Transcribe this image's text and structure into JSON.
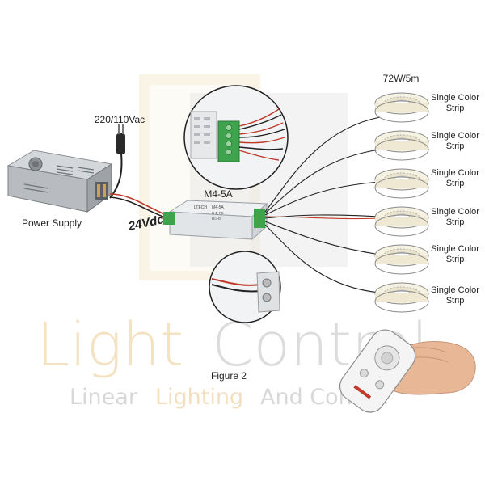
{
  "watermark": {
    "line1_a": "Light",
    "line1_b": "Control",
    "line2_a": "Linear",
    "line2_b": "Lighting",
    "line2_c": "And Control",
    "color_gold": "#f3e3c2",
    "color_grey": "#dcdcdc"
  },
  "labels": {
    "input_voltage": "220/110Vac",
    "power_supply": "Power Supply",
    "output_voltage": "24Vdc",
    "controller_model": "M4-5A",
    "strip_power": "72W/5m",
    "figure": "Figure 2"
  },
  "controller_face": {
    "brand": "LTECH",
    "model": "M4-5A",
    "ce": "C E FC",
    "rohs": "RoHS"
  },
  "strips": [
    {
      "line1": "Single Color",
      "line2": "Strip"
    },
    {
      "line1": "Single Color",
      "line2": "Strip"
    },
    {
      "line1": "Single Color",
      "line2": "Strip"
    },
    {
      "line1": "Single Color",
      "line2": "Strip"
    },
    {
      "line1": "Single Color",
      "line2": "Strip"
    },
    {
      "line1": "Single Color",
      "line2": "Strip"
    }
  ],
  "colors": {
    "output_voltage_green": "#1f9a3c",
    "terminal_green": "#3fa34d",
    "wire_red": "#c0392b",
    "wire_black": "#222222"
  }
}
